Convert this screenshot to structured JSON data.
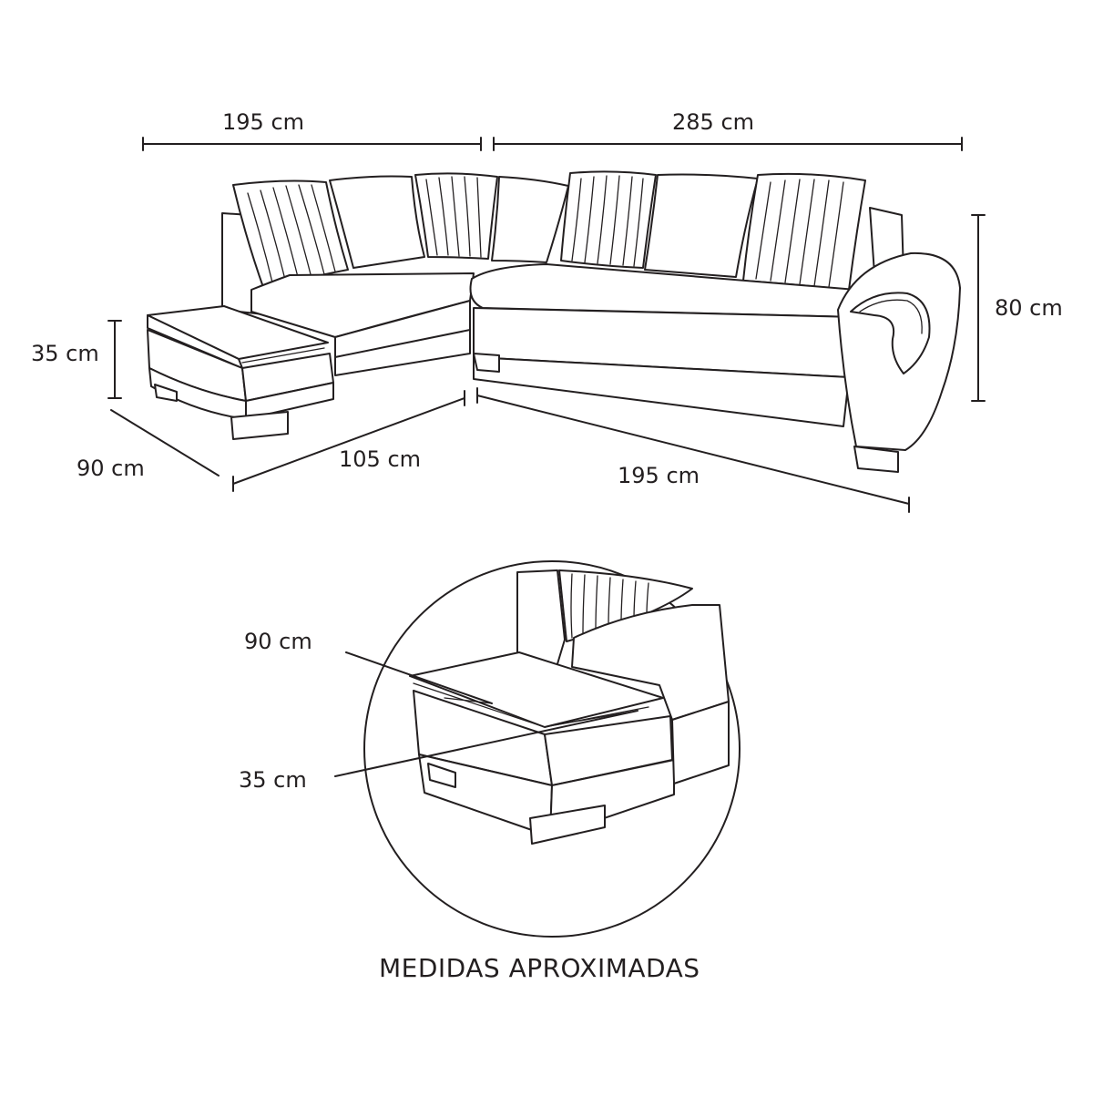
{
  "dimensions": {
    "top_left_width": "195 cm",
    "top_right_width": "285 cm",
    "height": "80 cm",
    "chaise_height": "35 cm",
    "chaise_depth": "90 cm",
    "front_left_width": "105 cm",
    "front_right_width": "195 cm"
  },
  "detail": {
    "upper_label": "90 cm",
    "lower_label": "35 cm"
  },
  "caption": "MEDIDAS APROXIMADAS",
  "colors": {
    "line": "#231f20",
    "background": "#ffffff"
  }
}
